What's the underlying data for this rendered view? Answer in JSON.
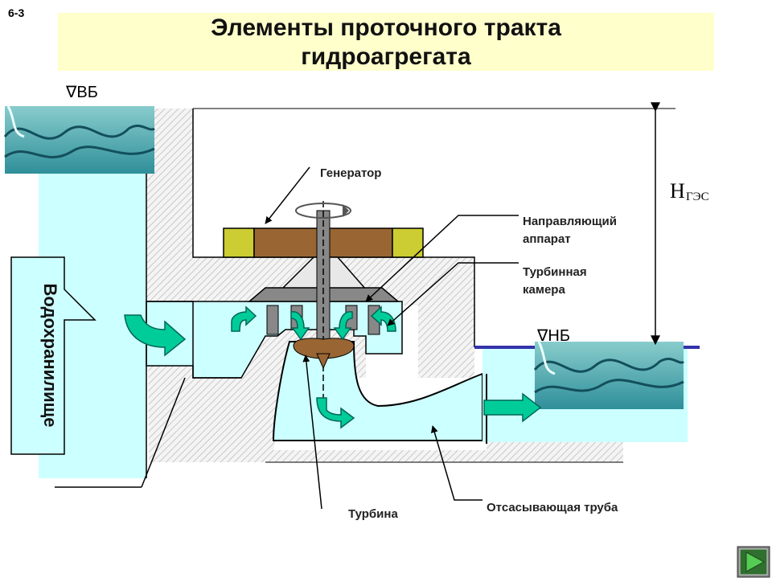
{
  "slide_number": "6-3",
  "title": {
    "line1": "Элементы проточного тракта",
    "line2": "гидроагрегата"
  },
  "levels": {
    "upper": "∇ВБ",
    "lower": "∇НБ"
  },
  "head": {
    "symbol": "H",
    "subscript": "ГЭС"
  },
  "labels": {
    "reservoir": "Водохранилище",
    "generator": "Генератор",
    "guide_apparatus_line1": "Направляющий",
    "guide_apparatus_line2": "аппарат",
    "turbine_chamber_line1": "Турбинная",
    "turbine_chamber_line2": "камера",
    "turbine": "Турбина",
    "draft_tube": "Отсасывающая труба"
  },
  "colors": {
    "water": "#ccffff",
    "generator_body": "#996633",
    "generator_ends": "#cccc33",
    "runner": "#996633",
    "flow_arrow": "#00cc99",
    "level_line": "#3333aa",
    "title_bg": "#ffffcc"
  },
  "navigation": {
    "next_icon": "play-next-icon"
  }
}
